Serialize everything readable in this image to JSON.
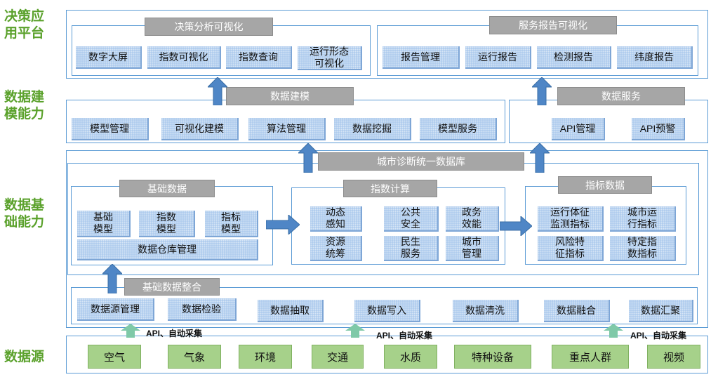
{
  "layers": {
    "decision": "决策应\n用平台",
    "modeling": "数据建\n模能力",
    "foundation": "数据基\n础能力",
    "source": "数据源"
  },
  "decision_viz": {
    "title": "决策分析可视化",
    "items": [
      "数字大屏",
      "指数可视化",
      "指数查询",
      "运行形态\n可视化"
    ]
  },
  "service_report": {
    "title": "服务报告可视化",
    "items": [
      "报告管理",
      "运行报告",
      "检测报告",
      "纬度报告"
    ]
  },
  "data_modeling": {
    "title": "数据建模",
    "items": [
      "模型管理",
      "可视化建模",
      "算法管理",
      "数据挖掘",
      "模型服务"
    ]
  },
  "data_service": {
    "title": "数据服务",
    "items": [
      "API管理",
      "API预警"
    ]
  },
  "city_db": {
    "title": "城市诊断统一数据库"
  },
  "basic_data": {
    "title": "基础数据",
    "items": [
      "基础\n模型",
      "指数\n模型",
      "指标\n模型"
    ],
    "warehouse": "数据仓库管理"
  },
  "index_calc": {
    "title": "指数计算",
    "items": [
      "动态\n感知",
      "公共\n安全",
      "政务\n效能",
      "资源\n统筹",
      "民生\n服务",
      "城市\n管理"
    ]
  },
  "indicator_data": {
    "title": "指标数据",
    "items": [
      "运行体征\n监测指标",
      "城市运\n行指标",
      "风险特\n征指标",
      "特定指\n数指标"
    ]
  },
  "integration": {
    "title": "基础数据整合",
    "items": [
      "数据源管理",
      "数据检验",
      "数据抽取",
      "数据写入",
      "数据清洗",
      "数据融合",
      "数据汇聚"
    ]
  },
  "api_label": "API、自动采集",
  "sources": [
    "空气",
    "气象",
    "环境",
    "交通",
    "水质",
    "特种设备",
    "重点人群",
    "视频"
  ],
  "colors": {
    "layer_label": "#5aa12b",
    "panel_border": "#5b9bd5",
    "blue_box": "#a9c8ec",
    "gray_tab": "#a6a6a6",
    "green_box": "#a6d18a",
    "arrow_blue": "#4f86c6",
    "arrow_green": "#7fc9a8"
  }
}
